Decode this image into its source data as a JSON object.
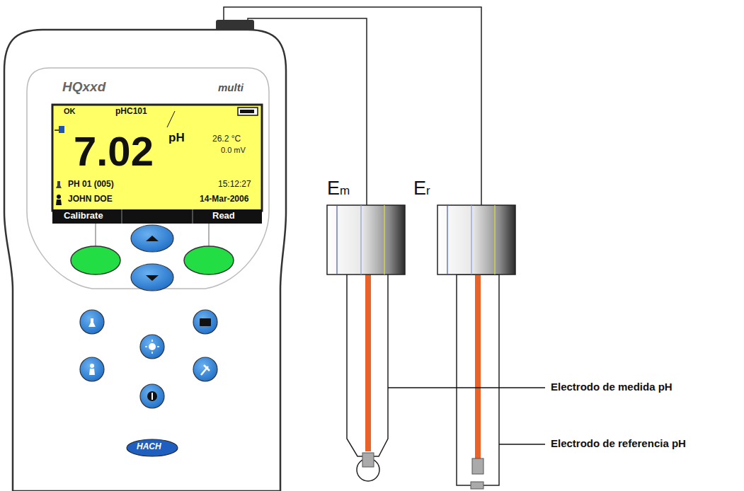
{
  "diagram": {
    "labels": [
      "HQxxd",
      "multi",
      "OK",
      "pHC101",
      "7.02",
      "pH",
      "26.2 °C",
      "0.0 mV",
      "PH 01 (005)",
      "15:12:27",
      "JOHN DOE",
      "14-Mar-2006",
      "Calibrate",
      "Read",
      "HACH",
      "Em",
      "Er",
      "Electrodo de medida pH",
      "Electrodo de referencia pH"
    ]
  }
}
